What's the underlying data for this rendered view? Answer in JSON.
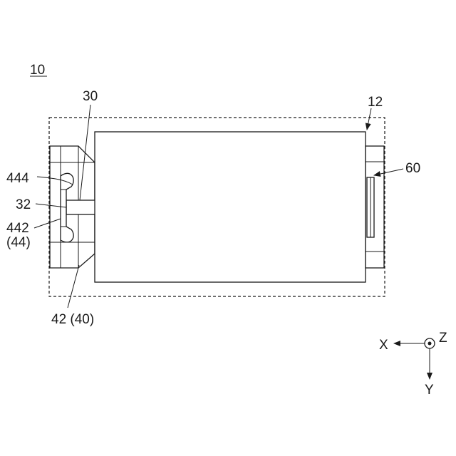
{
  "figure": {
    "ref_main": "10",
    "labels": {
      "housing": "12",
      "part_30": "30",
      "part_32": "32",
      "part_444": "444",
      "part_442": "442",
      "part_44": "(44)",
      "part_42_40": "42 (40)",
      "part_60": "60"
    },
    "axes": {
      "x": "X",
      "y": "Y",
      "z": "Z"
    },
    "colors": {
      "line": "#1a1a1a",
      "background": "#ffffff"
    }
  }
}
